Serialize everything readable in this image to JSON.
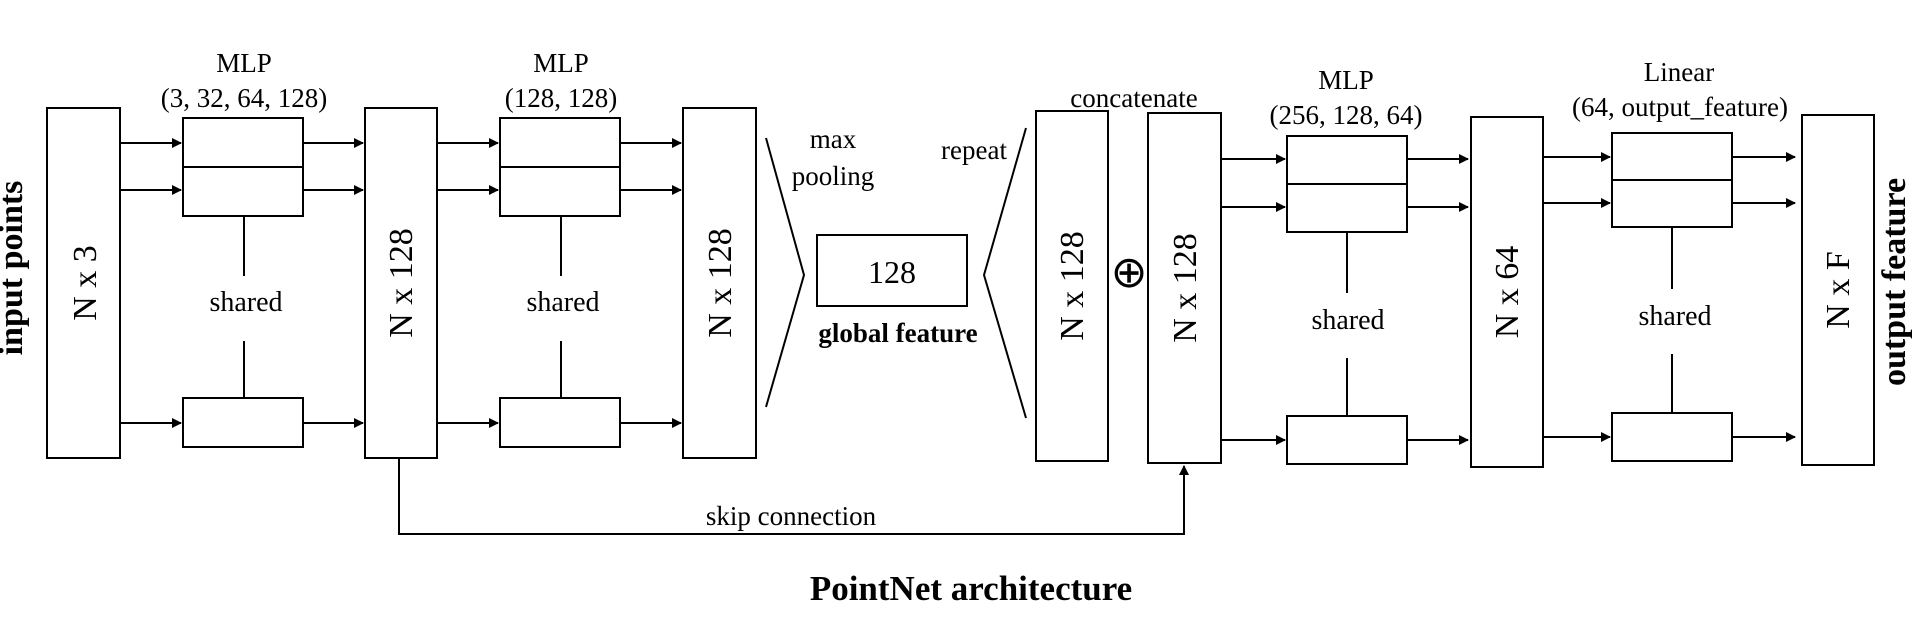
{
  "title": "PointNet architecture",
  "input_label": "input points",
  "output_label": "output feature",
  "colors": {
    "stroke": "#000000",
    "background": "#ffffff"
  },
  "tensors": {
    "input": "N x 3",
    "feat1": "N x 128",
    "feat2": "N x 128",
    "repeat": "N x 128",
    "skip": "N x 128",
    "feat3": "N x 64",
    "output": "N x F"
  },
  "blocks": {
    "mlp1": {
      "title": "MLP",
      "params": "(3, 32, 64, 128)",
      "shared": "shared"
    },
    "mlp2": {
      "title": "MLP",
      "params": "(128, 128)",
      "shared": "shared"
    },
    "mlp3": {
      "title": "MLP",
      "params": "(256, 128, 64)",
      "shared": "shared"
    },
    "linear": {
      "title": "Linear",
      "params": "(64, output_feature)",
      "shared": "shared"
    }
  },
  "ops": {
    "max_pooling_line1": "max",
    "max_pooling_line2": "pooling",
    "repeat": "repeat",
    "concatenate": "concatenate",
    "concat_symbol": "⊕",
    "skip_connection": "skip connection"
  },
  "global_feature": {
    "value": "128",
    "label": "global feature"
  }
}
